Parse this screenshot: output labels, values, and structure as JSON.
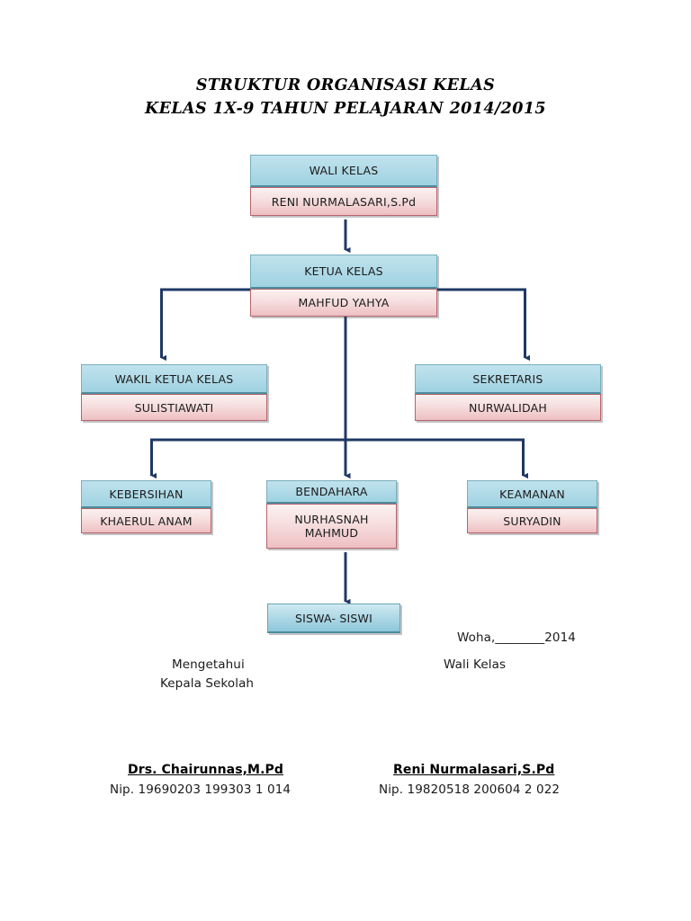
{
  "document": {
    "title_line1": "STRUKTUR ORGANISASI KELAS",
    "title_line2": "KELAS 1X-9 TAHUN PELAJARAN 2014/2015"
  },
  "chart_data": {
    "type": "diagram",
    "title": "STRUKTUR ORGANISASI KELAS",
    "subtitle": "KELAS 1X-9 TAHUN PELAJARAN 2014/2015",
    "colors": {
      "role_band": "#b2dbe8",
      "name_band": "#f3d4d6",
      "role_border": "#4b8c9d",
      "name_border": "#b5656a",
      "connector": "#1f3864"
    },
    "nodes": [
      {
        "id": "wali-kelas",
        "role": "WALI KELAS",
        "name": "RENI NURMALASARI,S.Pd"
      },
      {
        "id": "ketua-kelas",
        "role": "KETUA KELAS",
        "name": "MAHFUD YAHYA"
      },
      {
        "id": "wakil-ketua-kelas",
        "role": "WAKIL KETUA KELAS",
        "name": "SULISTIAWATI"
      },
      {
        "id": "sekretaris",
        "role": "SEKRETARIS",
        "name": "NURWALIDAH"
      },
      {
        "id": "kebersihan",
        "role": "KEBERSIHAN",
        "name": "KHAERUL  ANAM"
      },
      {
        "id": "bendahara",
        "role": "BENDAHARA",
        "name": "NURHASNAH\nMAHMUD"
      },
      {
        "id": "keamanan",
        "role": "KEAMANAN",
        "name": "SURYADIN"
      },
      {
        "id": "siswa-siswi",
        "role": "SISWA- SISWI",
        "name": ""
      }
    ],
    "edges": [
      {
        "from": "wali-kelas",
        "to": "ketua-kelas"
      },
      {
        "from": "ketua-kelas",
        "to": "wakil-ketua-kelas"
      },
      {
        "from": "ketua-kelas",
        "to": "sekretaris"
      },
      {
        "from": "ketua-kelas",
        "to": "kebersihan"
      },
      {
        "from": "ketua-kelas",
        "to": "bendahara"
      },
      {
        "from": "ketua-kelas",
        "to": "keamanan"
      },
      {
        "from": "bendahara",
        "to": "siswa-siswi"
      }
    ]
  },
  "footer": {
    "place_date": "Woha,________2014",
    "left_role_line1": "Mengetahui",
    "left_role_line2": "Kepala Sekolah",
    "right_role": "Wali Kelas",
    "left_signer_name": "Drs. Chairunnas,M.Pd",
    "left_signer_nip": "Nip. 19690203 199303 1 014",
    "right_signer_name": "Reni Nurmalasari,S.Pd",
    "right_signer_nip": "Nip. 19820518 200604 2 022"
  }
}
